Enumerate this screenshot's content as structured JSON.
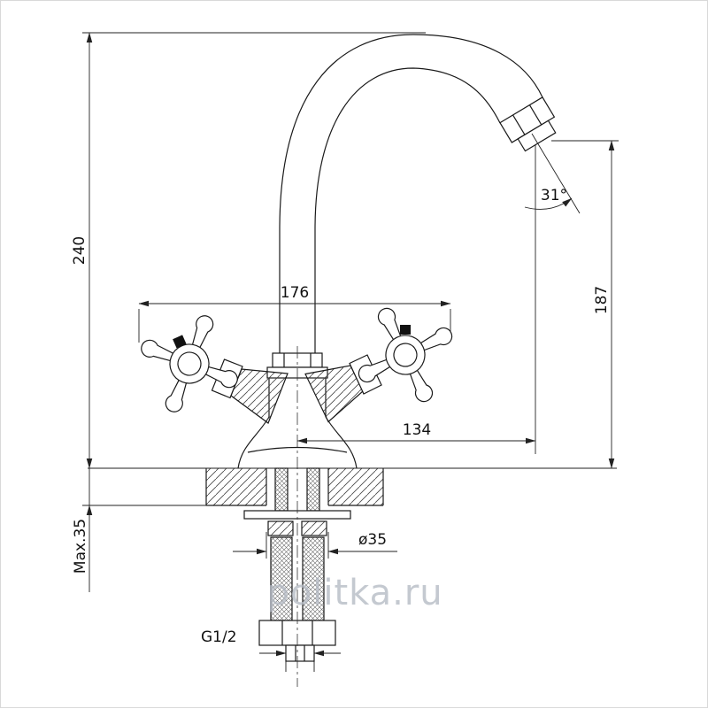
{
  "watermark": "politka.ru",
  "dimensions": {
    "total_height": "240",
    "handle_span": "176",
    "spout_height": "187",
    "spout_reach": "134",
    "spout_angle": "31°",
    "max_deck_thickness": "Max.35",
    "hole_diameter": "ø35",
    "thread_size": "G1/2"
  }
}
